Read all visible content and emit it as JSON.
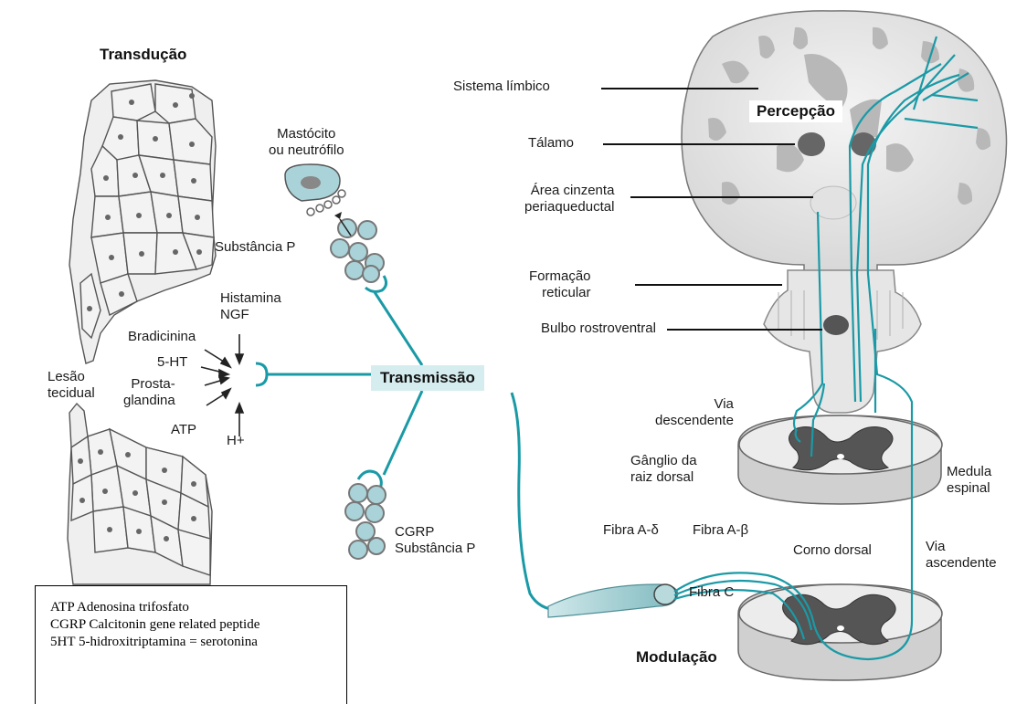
{
  "headers": {
    "transducao": "Transdução",
    "percepcao": "Percepção",
    "transmissao": "Transmissão",
    "modulacao": "Modulação"
  },
  "labels": {
    "mastocito": "Mastócito\nou neutrófilo",
    "substancia_p_top": "Substância P",
    "histamina_ngf": "Histamina\nNGF",
    "bradicinina": "Bradicinina",
    "ht5": "5-HT",
    "prostaglandina": "Prosta-\nglandina",
    "atp": "ATP",
    "h_plus": "H+",
    "lesao": "Lesão\ntecidual",
    "cgrp": "CGRP\nSubstância P",
    "sistema_limbico": "Sistema límbico",
    "talamo": "Tálamo",
    "area_cinzenta": "Área cinzenta\nperiaqueductal",
    "formacao_reticular": "Formação\nreticular",
    "bulbo": "Bulbo rostroventral",
    "via_descendente": "Via\ndescendente",
    "ganglio": "Gânglio da\nraiz dorsal",
    "medula": "Medula\nespinal",
    "fibra_ad": "Fibra A-δ",
    "fibra_ab": "Fibra A-β",
    "fibra_c": "Fibra C",
    "corno_dorsal": "Corno dorsal",
    "via_ascendente": "Via\nascendente"
  },
  "legend": [
    "ATP Adenosina trifosfato",
    "CGRP Calcitonin gene related peptide",
    "5HT 5-hidroxitriptamina = serotonina"
  ],
  "colors": {
    "nerve": "#1a9aa6",
    "tissue_fill": "#ececec",
    "cell_fill": "#a9d3d8"
  }
}
